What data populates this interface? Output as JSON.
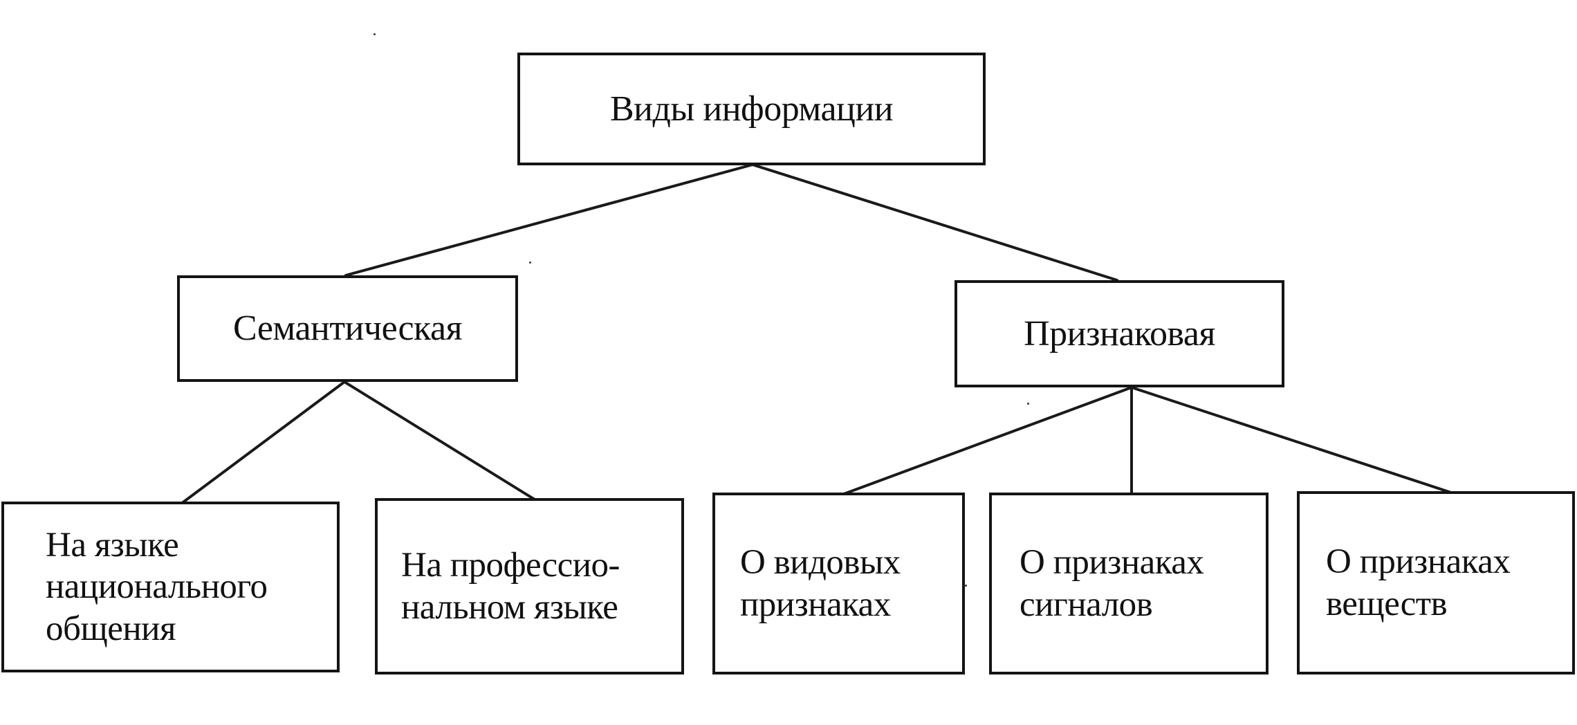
{
  "diagram": {
    "root": {
      "label": "Виды информации"
    },
    "branches": [
      {
        "label": "Семантическая",
        "children": [
          {
            "label": "На языке\nнационального\nобщения"
          },
          {
            "label": "На професcио-\nнальном языке"
          }
        ]
      },
      {
        "label": "Признаковая",
        "children": [
          {
            "label": "О видовых\nпризнаках"
          },
          {
            "label": "О признаках\nсигналов"
          },
          {
            "label": "О признаках\nвеществ"
          }
        ]
      }
    ]
  }
}
